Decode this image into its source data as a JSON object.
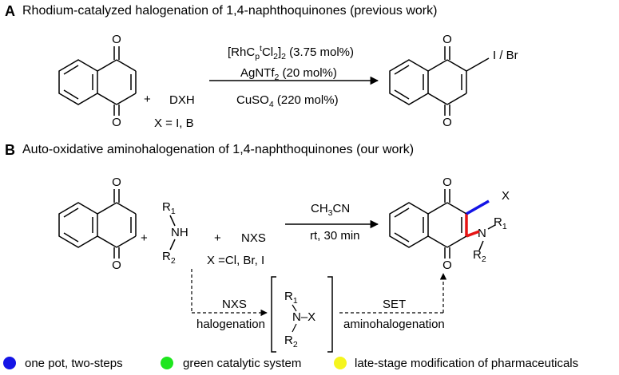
{
  "sectionA": {
    "letter": "A",
    "title": "Rhodium-catalyzed halogenation of 1,4-naphthoquinones (previous work)",
    "plus": "+",
    "reagent": "DXH",
    "reagent_x": "X = I, B",
    "cond1": {
      "pre": "[RhC",
      "sub1": "p",
      "sup1": "t",
      "mid": "Cl",
      "sub2": "2",
      "post": "]",
      "sub3": "2",
      "tail": " (3.75 mol%)"
    },
    "cond2": {
      "pre": "AgNTf",
      "sub": "2",
      "tail": " (20 mol%)"
    },
    "cond3": {
      "pre": "CuSO",
      "sub": "4",
      "tail": " (220 mol%)"
    },
    "product_sub": "I / Br",
    "oxygen": "O"
  },
  "sectionB": {
    "letter": "B",
    "title": "Auto-oxidative aminohalogenation of 1,4-naphthoquinones (our work)",
    "plus": "+",
    "amine": {
      "r1": "R",
      "r1sub": "1",
      "nh": "NH",
      "r2": "R",
      "r2sub": "2"
    },
    "nxs": "NXS",
    "x_def": "X =Cl, Br, I",
    "cond_top": {
      "pre": "CH",
      "sub": "3",
      "post": "CN"
    },
    "cond_bottom": "rt, 30 min",
    "product": {
      "x": "X",
      "n": "N",
      "r1": "R",
      "r1sub": "1",
      "r2": "R",
      "r2sub": "2"
    },
    "step1_top": "NXS",
    "step1_bottom": "halogenation",
    "intermediate": {
      "r1": "R",
      "r1sub": "1",
      "nx": "N–X",
      "r2": "R",
      "r2sub": "2"
    },
    "step2_top": "SET",
    "step2_bottom": "aminohalogenation",
    "oxygen": "O"
  },
  "legend": [
    {
      "label": "one pot, two-steps",
      "color": "#1414e6"
    },
    {
      "label": "green catalytic system",
      "color": "#1ee61e"
    },
    {
      "label": "late-stage modification of pharmaceuticals",
      "color": "#f5f51e"
    }
  ],
  "colors": {
    "blue_bond": "#1414e6",
    "red_bond": "#e61414"
  }
}
